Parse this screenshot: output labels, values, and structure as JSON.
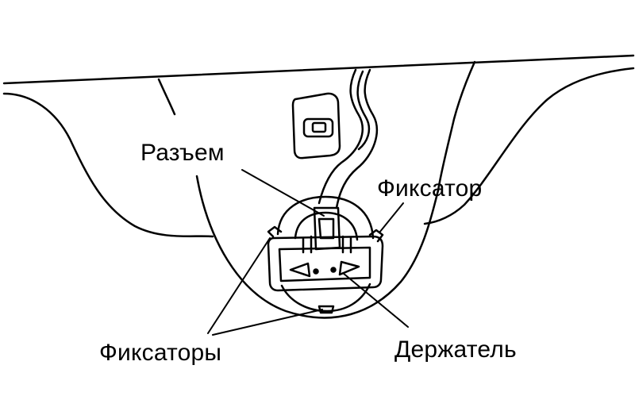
{
  "labels": {
    "connector": "Разъем",
    "latch": "Фиксатор",
    "latches": "Фиксаторы",
    "holder": "Держатель"
  },
  "colors": {
    "ink": "#000000",
    "paper": "#ffffff"
  }
}
